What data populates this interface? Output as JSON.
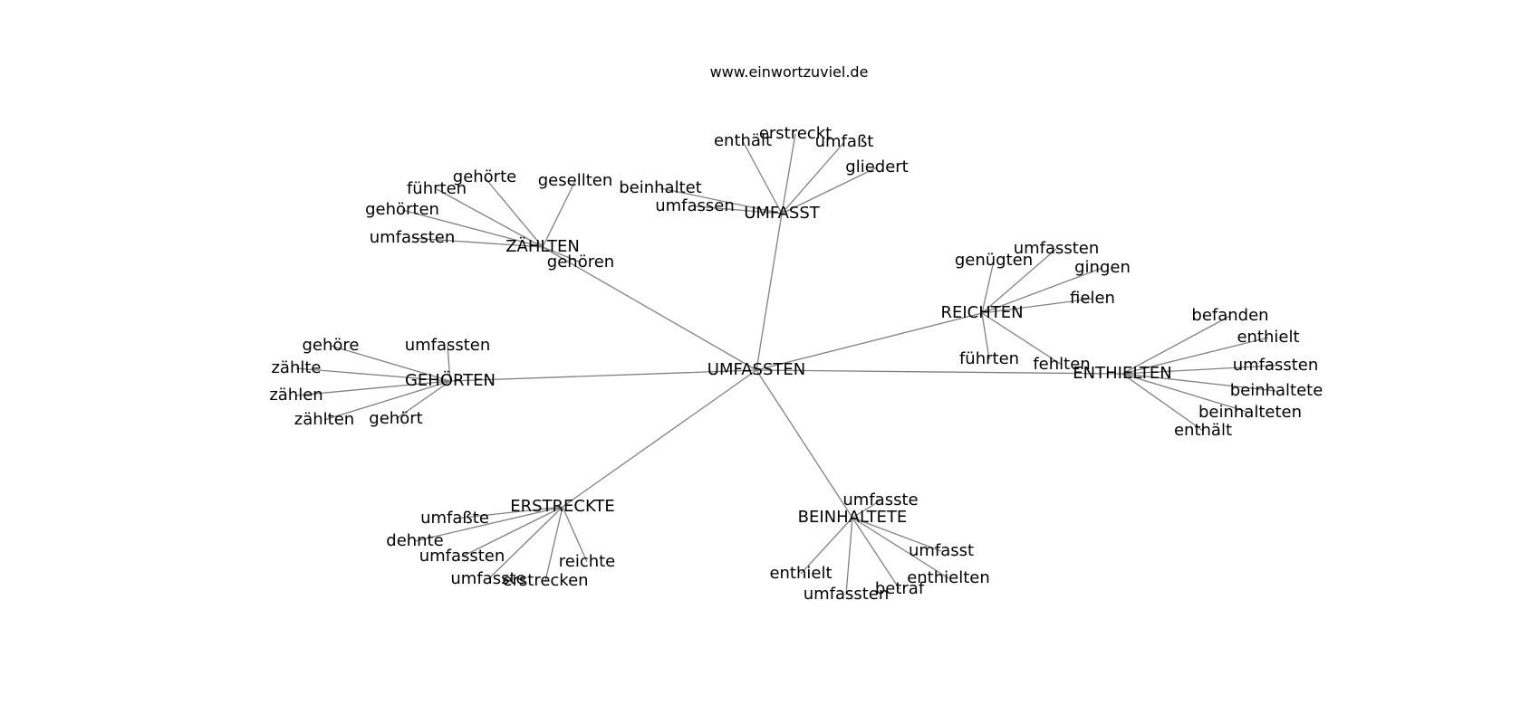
{
  "site_url": "www.einwortzuviel.de",
  "graph": {
    "center": "UMFASSTEN",
    "hubs": [
      {
        "id": "umfasst",
        "label": "UMFASST",
        "leaves": [
          "enthält",
          "erstreckt",
          "umfaßt",
          "gliedert",
          "beinhaltet",
          "umfassen"
        ]
      },
      {
        "id": "zaehlten",
        "label": "ZÄHLTEN",
        "leaves": [
          "gehörte",
          "gesellten",
          "führten",
          "gehörten",
          "umfassten",
          "gehören"
        ]
      },
      {
        "id": "reichten",
        "label": "REICHTEN",
        "leaves": [
          "umfassten",
          "genügten",
          "gingen",
          "fielen",
          "führten",
          "fehlten"
        ]
      },
      {
        "id": "enthielten",
        "label": "ENTHIELTEN",
        "leaves": [
          "befanden",
          "enthielt",
          "umfassten",
          "beinhaltete",
          "beinhalteten",
          "enthält"
        ]
      },
      {
        "id": "gehoerten",
        "label": "GEHÖRTEN",
        "leaves": [
          "gehöre",
          "umfassten",
          "zählte",
          "zählen",
          "zählten",
          "gehört"
        ]
      },
      {
        "id": "erstreckte",
        "label": "ERSTRECKTE",
        "leaves": [
          "umfaßte",
          "dehnte",
          "umfassten",
          "umfasste",
          "erstrecken",
          "reichte"
        ]
      },
      {
        "id": "beinhaltete",
        "label": "BEINHALTETE",
        "leaves": [
          "umfasste",
          "umfasst",
          "enthielt",
          "umfassten",
          "betraf",
          "enthielten"
        ]
      }
    ]
  }
}
